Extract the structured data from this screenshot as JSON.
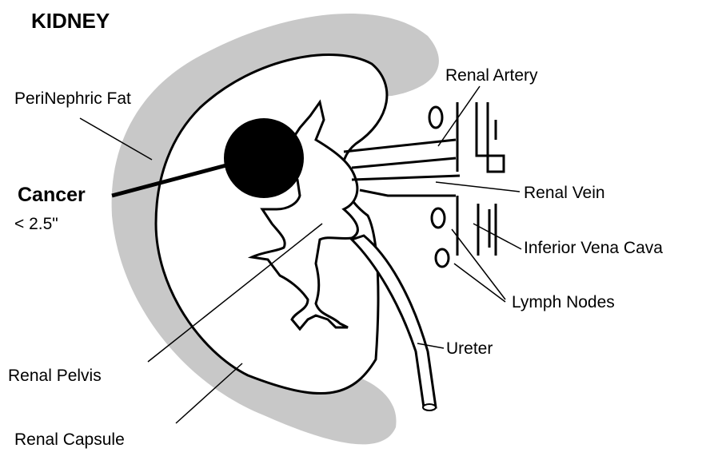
{
  "title": "KIDNEY",
  "labels": {
    "perinephric_fat": "PeriNephric Fat",
    "cancer": "Cancer",
    "cancer_size": "< 2.5\"",
    "renal_artery": "Renal Artery",
    "renal_vein": "Renal Vein",
    "inferior_vena_cava": "Inferior Vena Cava",
    "lymph_nodes": "Lymph Nodes",
    "ureter": "Ureter",
    "renal_pelvis": "Renal Pelvis",
    "renal_capsule": "Renal Capsule"
  },
  "colors": {
    "fat": "#c8c8c8",
    "outline": "#000000",
    "tumor": "#000000",
    "background": "#ffffff"
  }
}
